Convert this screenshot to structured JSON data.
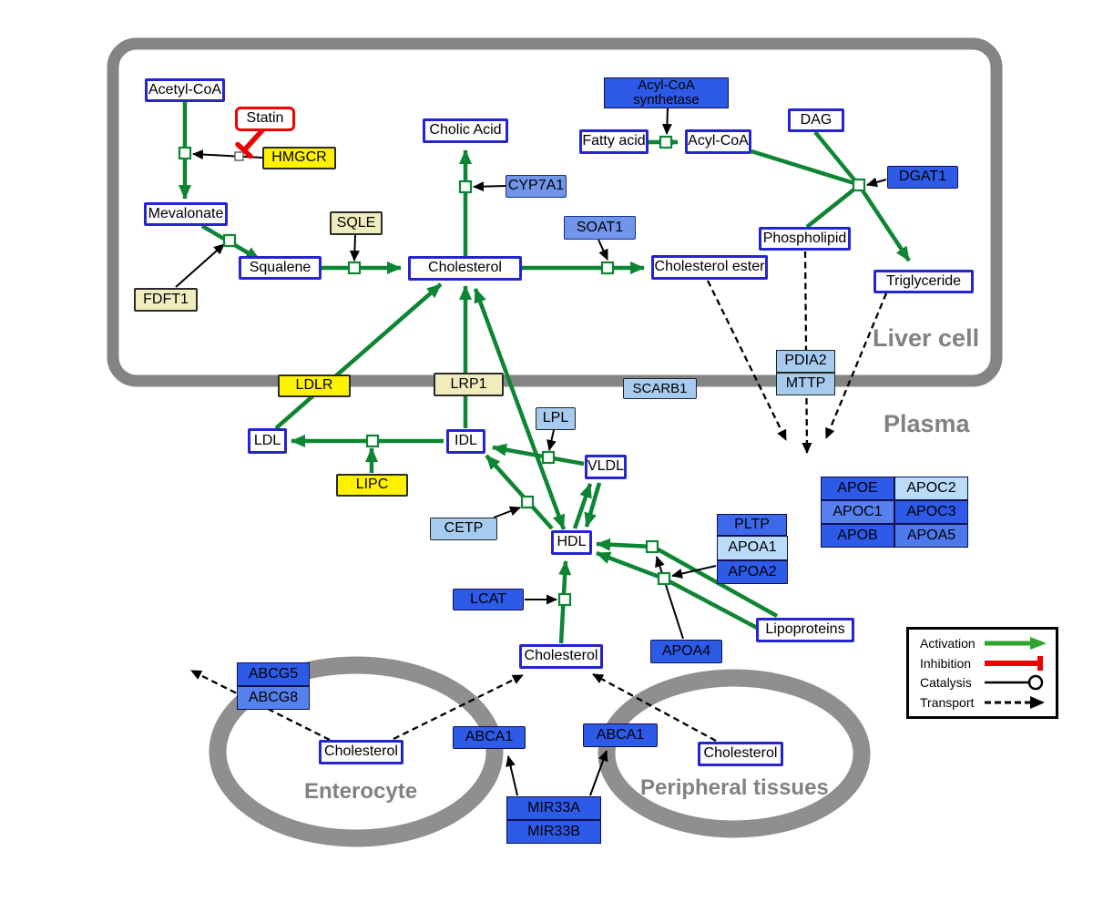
{
  "compartments": {
    "liver_cell": {
      "label": "Liver cell"
    },
    "plasma": {
      "label": "Plasma"
    },
    "enterocyte": {
      "label": "Enterocyte"
    },
    "peripheral_tissues": {
      "label": "Peripheral tissues"
    }
  },
  "nodes": {
    "acetyl_coa": {
      "label": "Acetyl-CoA"
    },
    "statin": {
      "label": "Statin"
    },
    "hmgcr": {
      "label": "HMGCR"
    },
    "mevalonate": {
      "label": "Mevalonate"
    },
    "fdft1": {
      "label": "FDFT1"
    },
    "sqle": {
      "label": "SQLE"
    },
    "squalene": {
      "label": "Squalene"
    },
    "cholesterol_liver": {
      "label": "Cholesterol"
    },
    "cholic_acid": {
      "label": "Cholic Acid"
    },
    "cyp7a1": {
      "label": "CYP7A1"
    },
    "soat1": {
      "label": "SOAT1"
    },
    "cholesterol_ester": {
      "label": "Cholesterol ester"
    },
    "acyl_coa_synthetase": {
      "label": "Acyl-CoA\nsynthetase"
    },
    "fatty_acid": {
      "label": "Fatty acid"
    },
    "acyl_coa": {
      "label": "Acyl-CoA"
    },
    "dag": {
      "label": "DAG"
    },
    "dgat1": {
      "label": "DGAT1"
    },
    "phospholipid": {
      "label": "Phospholipid"
    },
    "triglyceride": {
      "label": "Triglyceride"
    },
    "pdia2": {
      "label": "PDIA2"
    },
    "mttp": {
      "label": "MTTP"
    },
    "ldlr": {
      "label": "LDLR"
    },
    "lrp1": {
      "label": "LRP1"
    },
    "scarb1": {
      "label": "SCARB1"
    },
    "ldl": {
      "label": "LDL"
    },
    "idl": {
      "label": "IDL"
    },
    "lpl": {
      "label": "LPL"
    },
    "vldl": {
      "label": "VLDL"
    },
    "lipc": {
      "label": "LIPC"
    },
    "cetp": {
      "label": "CETP"
    },
    "hdl": {
      "label": "HDL"
    },
    "pltp": {
      "label": "PLTP"
    },
    "apoa1": {
      "label": "APOA1"
    },
    "apoa2": {
      "label": "APOA2"
    },
    "apoe": {
      "label": "APOE"
    },
    "apoc2": {
      "label": "APOC2"
    },
    "apoc1": {
      "label": "APOC1"
    },
    "apoc3": {
      "label": "APOC3"
    },
    "apob": {
      "label": "APOB"
    },
    "apoa5": {
      "label": "APOA5"
    },
    "lcat": {
      "label": "LCAT"
    },
    "apoa4": {
      "label": "APOA4"
    },
    "lipoproteins": {
      "label": "Lipoproteins"
    },
    "cholesterol_plasma": {
      "label": "Cholesterol"
    },
    "abcg5": {
      "label": "ABCG5"
    },
    "abcg8": {
      "label": "ABCG8"
    },
    "cholesterol_enterocyte": {
      "label": "Cholesterol"
    },
    "abca1_left": {
      "label": "ABCA1"
    },
    "abca1_right": {
      "label": "ABCA1"
    },
    "cholesterol_peripheral": {
      "label": "Cholesterol"
    },
    "mir33a": {
      "label": "MIR33A"
    },
    "mir33b": {
      "label": "MIR33B"
    }
  },
  "legend": {
    "activation": "Activation",
    "inhibition": "Inhibition",
    "catalysis": "Catalysis",
    "transport": "Transport"
  },
  "colors": {
    "activation_green": "#0E8533",
    "inhibition_red": "#F40000",
    "metabolite_border_blue": "#2525CF",
    "gene_yellow": "#FFF200",
    "gene_khaki": "#EFEDBE",
    "gene_royal_blue": "#2E5AE8",
    "gene_light_blue": "#A6CBEF",
    "membrane_gray": "#848484"
  },
  "edges": [
    {
      "from": "acetyl_coa",
      "to": "mevalonate",
      "type": "conversion"
    },
    {
      "from": "hmgcr",
      "to": "acetyl_coa->mevalonate",
      "type": "catalysis"
    },
    {
      "from": "statin",
      "to": "hmgcr_catalysis",
      "type": "inhibition"
    },
    {
      "from": "mevalonate",
      "to": "squalene",
      "type": "conversion"
    },
    {
      "from": "fdft1",
      "to": "mevalonate->squalene",
      "type": "catalysis"
    },
    {
      "from": "squalene",
      "to": "cholesterol_liver",
      "type": "conversion"
    },
    {
      "from": "sqle",
      "to": "squalene->cholesterol_liver",
      "type": "catalysis"
    },
    {
      "from": "cholesterol_liver",
      "to": "cholic_acid",
      "type": "conversion"
    },
    {
      "from": "cyp7a1",
      "to": "cholesterol_liver->cholic_acid",
      "type": "catalysis"
    },
    {
      "from": "cholesterol_liver",
      "to": "cholesterol_ester",
      "type": "conversion"
    },
    {
      "from": "soat1",
      "to": "cholesterol_liver->cholesterol_ester",
      "type": "catalysis"
    },
    {
      "from": "fatty_acid",
      "to": "acyl_coa",
      "type": "conversion"
    },
    {
      "from": "acyl_coa_synthetase",
      "to": "fatty_acid->acyl_coa",
      "type": "catalysis"
    },
    {
      "from": "acyl_coa",
      "to": "triglyceride",
      "type": "conversion"
    },
    {
      "from": "dag",
      "to": "triglyceride",
      "type": "conversion"
    },
    {
      "from": "phospholipid",
      "to": "triglyceride_junction",
      "type": "conversion"
    },
    {
      "from": "dgat1",
      "to": "triglyceride_junction",
      "type": "catalysis"
    },
    {
      "from": "ldl",
      "to": "cholesterol_liver",
      "type": "conversion",
      "via": "ldlr"
    },
    {
      "from": "idl",
      "to": "cholesterol_liver",
      "type": "conversion",
      "via": "lrp1"
    },
    {
      "from": "hdl",
      "to": "cholesterol_liver",
      "type": "conversion-bidirectional"
    },
    {
      "from": "idl",
      "to": "ldl",
      "type": "conversion"
    },
    {
      "from": "lipc",
      "to": "idl->ldl",
      "type": "activation"
    },
    {
      "from": "vldl",
      "to": "idl",
      "type": "conversion"
    },
    {
      "from": "lpl",
      "to": "vldl->idl",
      "type": "catalysis"
    },
    {
      "from": "hdl",
      "to": "idl",
      "type": "conversion"
    },
    {
      "from": "cetp",
      "to": "hdl->idl",
      "type": "catalysis"
    },
    {
      "from": "hdl",
      "to": "vldl",
      "type": "conversion"
    },
    {
      "from": "vldl",
      "to": "hdl",
      "type": "conversion"
    },
    {
      "from": "lipoproteins",
      "to": "hdl",
      "type": "conversion"
    },
    {
      "from": "lipoproteins",
      "to": "hdl",
      "type": "conversion"
    },
    {
      "from": "apoa1_apoa2",
      "to": "lipoproteins->hdl_lower",
      "type": "catalysis"
    },
    {
      "from": "apoa4",
      "to": "lipoproteins->hdl_upper",
      "type": "catalysis"
    },
    {
      "from": "cholesterol_plasma",
      "to": "hdl",
      "type": "conversion"
    },
    {
      "from": "lcat",
      "to": "cholesterol_plasma->hdl",
      "type": "catalysis"
    },
    {
      "from": "cholesterol_ester",
      "to": "plasma",
      "type": "transport"
    },
    {
      "from": "phospholipid",
      "to": "plasma",
      "type": "transport"
    },
    {
      "from": "triglyceride",
      "to": "plasma",
      "type": "transport"
    },
    {
      "from": "cholesterol_enterocyte",
      "to": "intestinal_lumen",
      "type": "transport",
      "via": "abcg5_abcg8"
    },
    {
      "from": "cholesterol_enterocyte",
      "to": "cholesterol_plasma",
      "type": "transport"
    },
    {
      "from": "cholesterol_peripheral",
      "to": "cholesterol_plasma",
      "type": "transport"
    },
    {
      "from": "mir33a_mir33b",
      "to": "abca1_left",
      "type": "catalysis"
    },
    {
      "from": "mir33a_mir33b",
      "to": "abca1_right",
      "type": "catalysis"
    }
  ]
}
